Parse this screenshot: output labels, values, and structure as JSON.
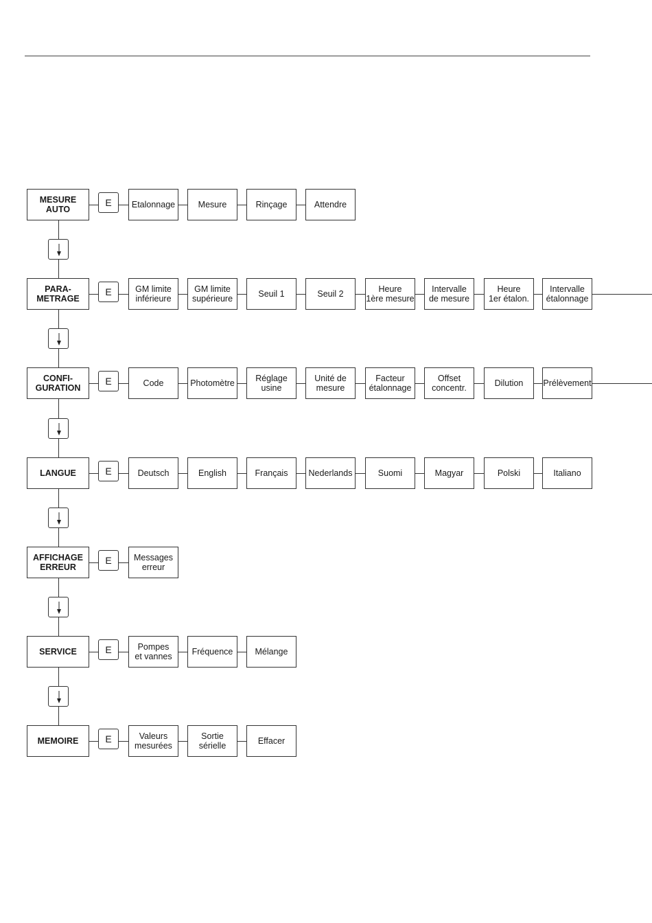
{
  "rows": [
    {
      "menu": "MESURE\nAUTO",
      "key": "E",
      "items": [
        "Etalonnage",
        "Mesure",
        "Rinçage",
        "Attendre"
      ],
      "continues": false
    },
    {
      "menu": "PARA-\nMETRAGE",
      "key": "E",
      "items": [
        "GM limite\ninférieure",
        "GM limite\nsupérieure",
        "Seuil 1",
        "Seuil 2",
        "Heure\n1ère mesure",
        "Intervalle\nde mesure",
        "Heure\n1er étalon.",
        "Intervalle\nétalonnage"
      ],
      "continues": true
    },
    {
      "menu": "CONFI-\nGURATION",
      "key": "E",
      "items": [
        "Code",
        "Photomètre",
        "Réglage\nusine",
        "Unité de\nmesure",
        "Facteur\nétalonnage",
        "Offset\nconcentr.",
        "Dilution",
        "Prélèvement"
      ],
      "continues": true
    },
    {
      "menu": "LANGUE",
      "key": "E",
      "items": [
        "Deutsch",
        "English",
        "Français",
        "Nederlands",
        "Suomi",
        "Magyar",
        "Polski",
        "Italiano"
      ],
      "continues": false
    },
    {
      "menu": "AFFICHAGE\nERREUR",
      "key": "E",
      "items": [
        "Messages\nerreur"
      ],
      "continues": false
    },
    {
      "menu": "SERVICE",
      "key": "E",
      "items": [
        "Pompes\net vannes",
        "Fréquence",
        "Mélange"
      ],
      "continues": false
    },
    {
      "menu": "MEMOIRE",
      "key": "E",
      "items": [
        "Valeurs\nmesurées",
        "Sortie\nsérielle",
        "Effacer"
      ],
      "continues": false
    }
  ],
  "arrow_icon": "down-arrow-icon"
}
